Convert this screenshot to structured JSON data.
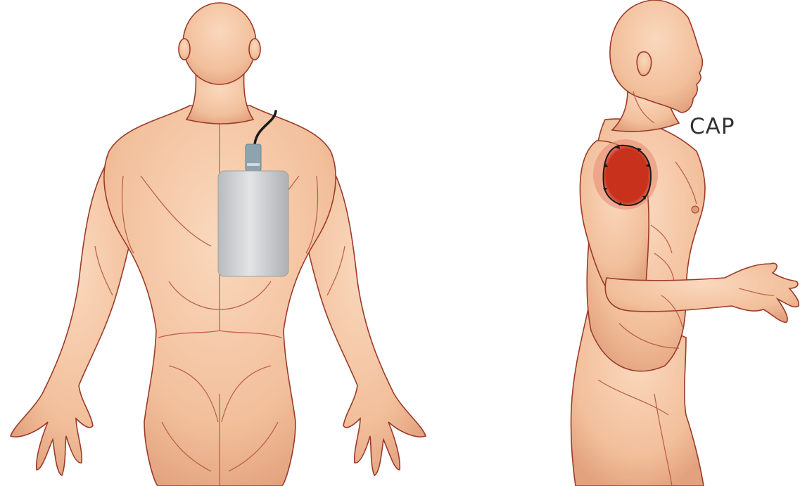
{
  "annotation": {
    "label": "CAP"
  },
  "colors": {
    "skin": "#f4c6a2",
    "skin_shadow": "#e3a27e",
    "outline": "#9a3b2a",
    "muscle_line": "#b4523c",
    "electrode": "#c3c6c8",
    "electrode_highlight": "#e4e6e7",
    "cable": "#1a1a1a",
    "target_area": "#c8321d",
    "target_glow": "#e8866f",
    "background": "#ffffff"
  },
  "figures": [
    {
      "view": "back",
      "icon": "electrode-pad-icon"
    },
    {
      "view": "side",
      "icon": "deltoid-target-icon"
    }
  ]
}
